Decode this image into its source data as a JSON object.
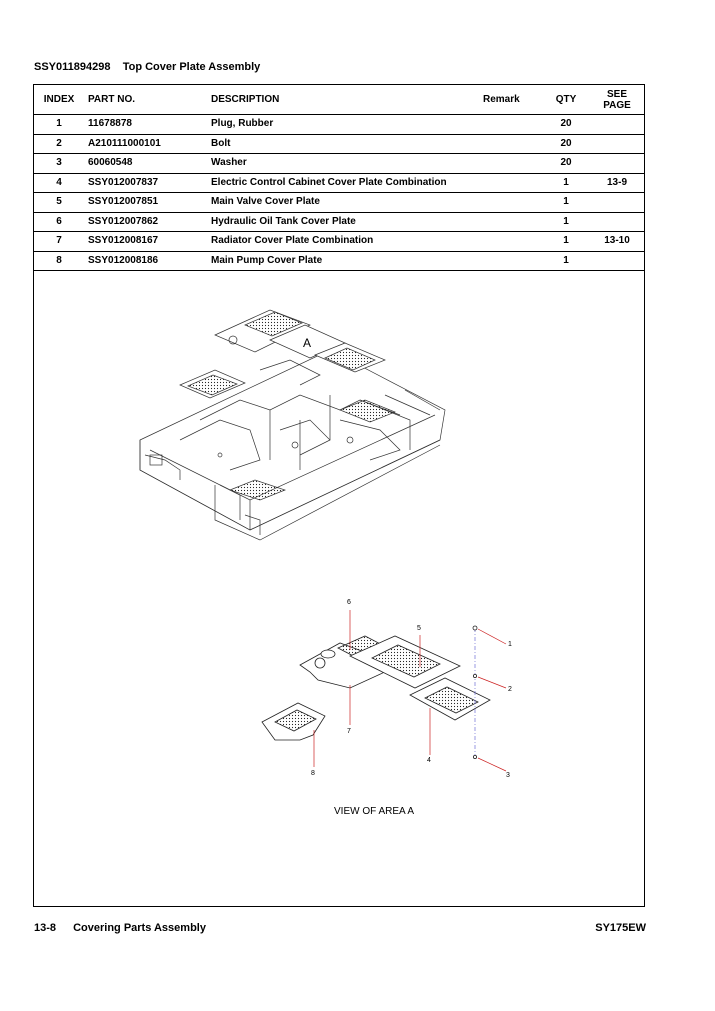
{
  "header": {
    "assembly_code": "SSY011894298",
    "assembly_name": "Top Cover Plate Assembly"
  },
  "table": {
    "columns": [
      "INDEX",
      "PART NO.",
      "DESCRIPTION",
      "Remark",
      "QTY",
      "SEE PAGE"
    ],
    "see_page_line1": "SEE",
    "see_page_line2": "PAGE",
    "rows": [
      {
        "index": "1",
        "part_no": "11678878",
        "description": "Plug, Rubber",
        "remark": "",
        "qty": "20",
        "see_page": ""
      },
      {
        "index": "2",
        "part_no": "A210111000101",
        "description": "Bolt",
        "remark": "",
        "qty": "20",
        "see_page": ""
      },
      {
        "index": "3",
        "part_no": "60060548",
        "description": "Washer",
        "remark": "",
        "qty": "20",
        "see_page": ""
      },
      {
        "index": "4",
        "part_no": "SSY012007837",
        "description": "Electric Control Cabinet Cover Plate Combination",
        "remark": "",
        "qty": "1",
        "see_page": "13-9"
      },
      {
        "index": "5",
        "part_no": "SSY012007851",
        "description": "Main Valve Cover Plate",
        "remark": "",
        "qty": "1",
        "see_page": ""
      },
      {
        "index": "6",
        "part_no": "SSY012007862",
        "description": "Hydraulic Oil Tank Cover Plate",
        "remark": "",
        "qty": "1",
        "see_page": ""
      },
      {
        "index": "7",
        "part_no": "SSY012008167",
        "description": "Radiator Cover Plate Combination",
        "remark": "",
        "qty": "1",
        "see_page": "13-10"
      },
      {
        "index": "8",
        "part_no": "SSY012008186",
        "description": "Main Pump Cover Plate",
        "remark": "",
        "qty": "1",
        "see_page": ""
      }
    ]
  },
  "drawing": {
    "area_label": "A",
    "callouts": [
      "1",
      "2",
      "3",
      "4",
      "5",
      "6",
      "7",
      "8"
    ],
    "view_caption": "VIEW OF AREA  A"
  },
  "footer": {
    "page_number": "13-8",
    "section_title": "Covering Parts Assembly",
    "model": "SY175EW"
  }
}
